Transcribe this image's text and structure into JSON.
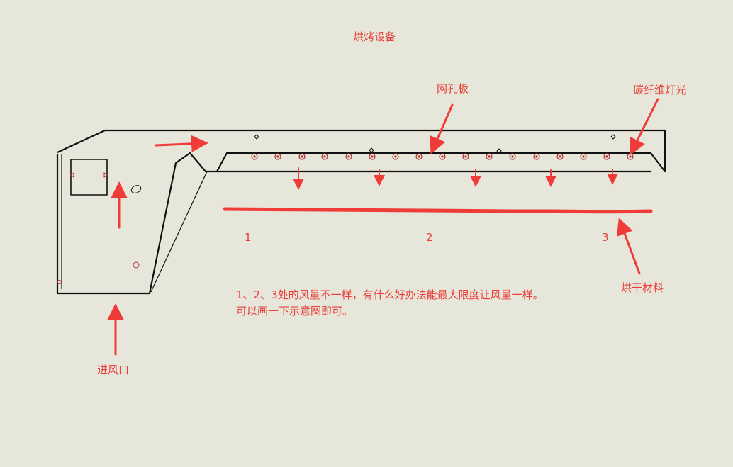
{
  "colors": {
    "background": "#e7e6da",
    "annotation": "#f03c38",
    "label_text": "#e8403a",
    "outline": "#111111",
    "hole": "#b03030"
  },
  "title": "烘烤设备",
  "labels": {
    "mesh_plate": "网孔板",
    "carbon_fiber_light": "碳纤维灯光",
    "air_inlet": "进风口",
    "drying_material": "烘干材料"
  },
  "positions": [
    "1",
    "2",
    "3"
  ],
  "note": {
    "line1": "1、2、3处的风量不一样，有什么好办法能最大限度让风量一样。",
    "line2": "可以画一下示意图即可。"
  }
}
